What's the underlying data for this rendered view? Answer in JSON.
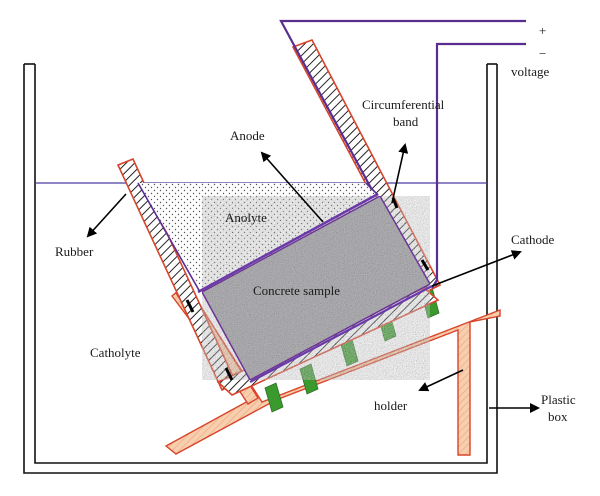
{
  "labels": {
    "plus": "+",
    "minus": "−",
    "voltage": "voltage",
    "circumferential_line1": "Circumferential",
    "circumferential_line2": "band",
    "anode": "Anode",
    "anolyte": "Anolyte",
    "rubber": "Rubber",
    "cathode": "Cathode",
    "concrete_sample": "Concrete sample",
    "catholyte": "Catholyte",
    "holder": "holder",
    "plastic_line1": "Plastic",
    "plastic_line2": "box"
  },
  "colors": {
    "box_outline": "#111111",
    "water_line": "#4a3fa0",
    "wire": "#5a2d91",
    "anode_mesh": "#6a3aa8",
    "holder_fill": "#f7c8a4",
    "holder_stroke": "#d8452a",
    "rubber_stroke": "#d8452a",
    "support_green": "#3a9a2e",
    "arrow": "#000000",
    "concrete_base": "#b9b9bd"
  }
}
